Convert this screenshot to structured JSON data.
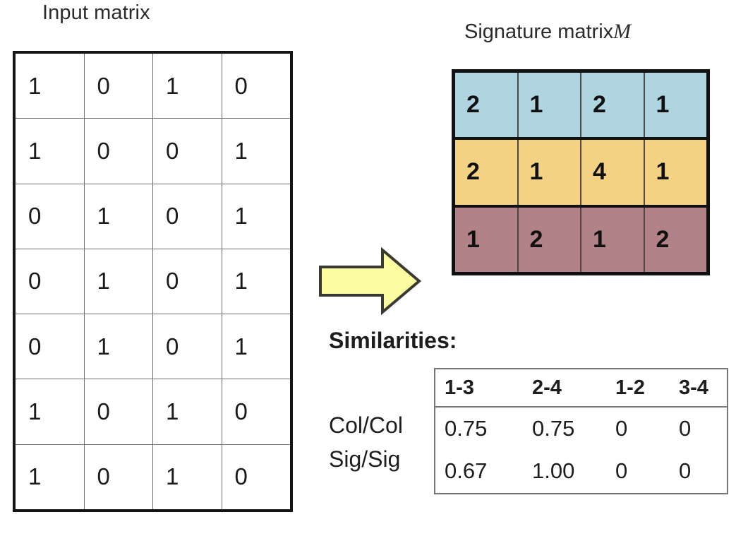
{
  "input_matrix": {
    "title": "Input matrix",
    "rows": [
      [
        "1",
        "0",
        "1",
        "0"
      ],
      [
        "1",
        "0",
        "0",
        "1"
      ],
      [
        "0",
        "1",
        "0",
        "1"
      ],
      [
        "0",
        "1",
        "0",
        "1"
      ],
      [
        "0",
        "1",
        "0",
        "1"
      ],
      [
        "1",
        "0",
        "1",
        "0"
      ],
      [
        "1",
        "0",
        "1",
        "0"
      ]
    ]
  },
  "arrow": {
    "icon": "right-arrow-icon",
    "fill": "#FBFBA0",
    "stroke": "#3A3A32"
  },
  "signature_matrix": {
    "title_text": "Signature matrix",
    "title_var": "M",
    "rows": [
      {
        "color": "#AFD5E0",
        "values": [
          "2",
          "1",
          "2",
          "1"
        ]
      },
      {
        "color": "#F3D283",
        "values": [
          "2",
          "1",
          "4",
          "1"
        ]
      },
      {
        "color": "#B18287",
        "values": [
          "1",
          "2",
          "1",
          "2"
        ]
      }
    ]
  },
  "similarities": {
    "heading": "Similarities:",
    "columns": [
      "1-3",
      "2-4",
      "1-2",
      "3-4"
    ],
    "row_labels": [
      "Col/Col",
      "Sig/Sig"
    ],
    "rows": [
      [
        "0.75",
        "0.75",
        "0",
        "0"
      ],
      [
        "0.67",
        "1.00",
        "0",
        "0"
      ]
    ]
  },
  "chart_data": {
    "type": "table",
    "title": "MinHash signature matrix and column similarities",
    "input_matrix": {
      "label": "Input matrix",
      "n_rows": 7,
      "n_cols": 4,
      "values": [
        [
          1,
          0,
          1,
          0
        ],
        [
          1,
          0,
          0,
          1
        ],
        [
          0,
          1,
          0,
          1
        ],
        [
          0,
          1,
          0,
          1
        ],
        [
          0,
          1,
          0,
          1
        ],
        [
          1,
          0,
          1,
          0
        ],
        [
          1,
          0,
          1,
          0
        ]
      ]
    },
    "signature_matrix": {
      "label": "Signature matrix M",
      "n_rows": 3,
      "n_cols": 4,
      "values": [
        [
          2,
          1,
          2,
          1
        ],
        [
          2,
          1,
          4,
          1
        ],
        [
          1,
          2,
          1,
          2
        ]
      ],
      "row_colors": [
        "#AFD5E0",
        "#F3D283",
        "#B18287"
      ]
    },
    "similarities": {
      "label": "Similarities:",
      "categories": [
        "1-3",
        "2-4",
        "1-2",
        "3-4"
      ],
      "series": [
        {
          "name": "Col/Col",
          "values": [
            0.75,
            0.75,
            0,
            0
          ]
        },
        {
          "name": "Sig/Sig",
          "values": [
            0.67,
            1.0,
            0,
            0
          ]
        }
      ]
    }
  }
}
